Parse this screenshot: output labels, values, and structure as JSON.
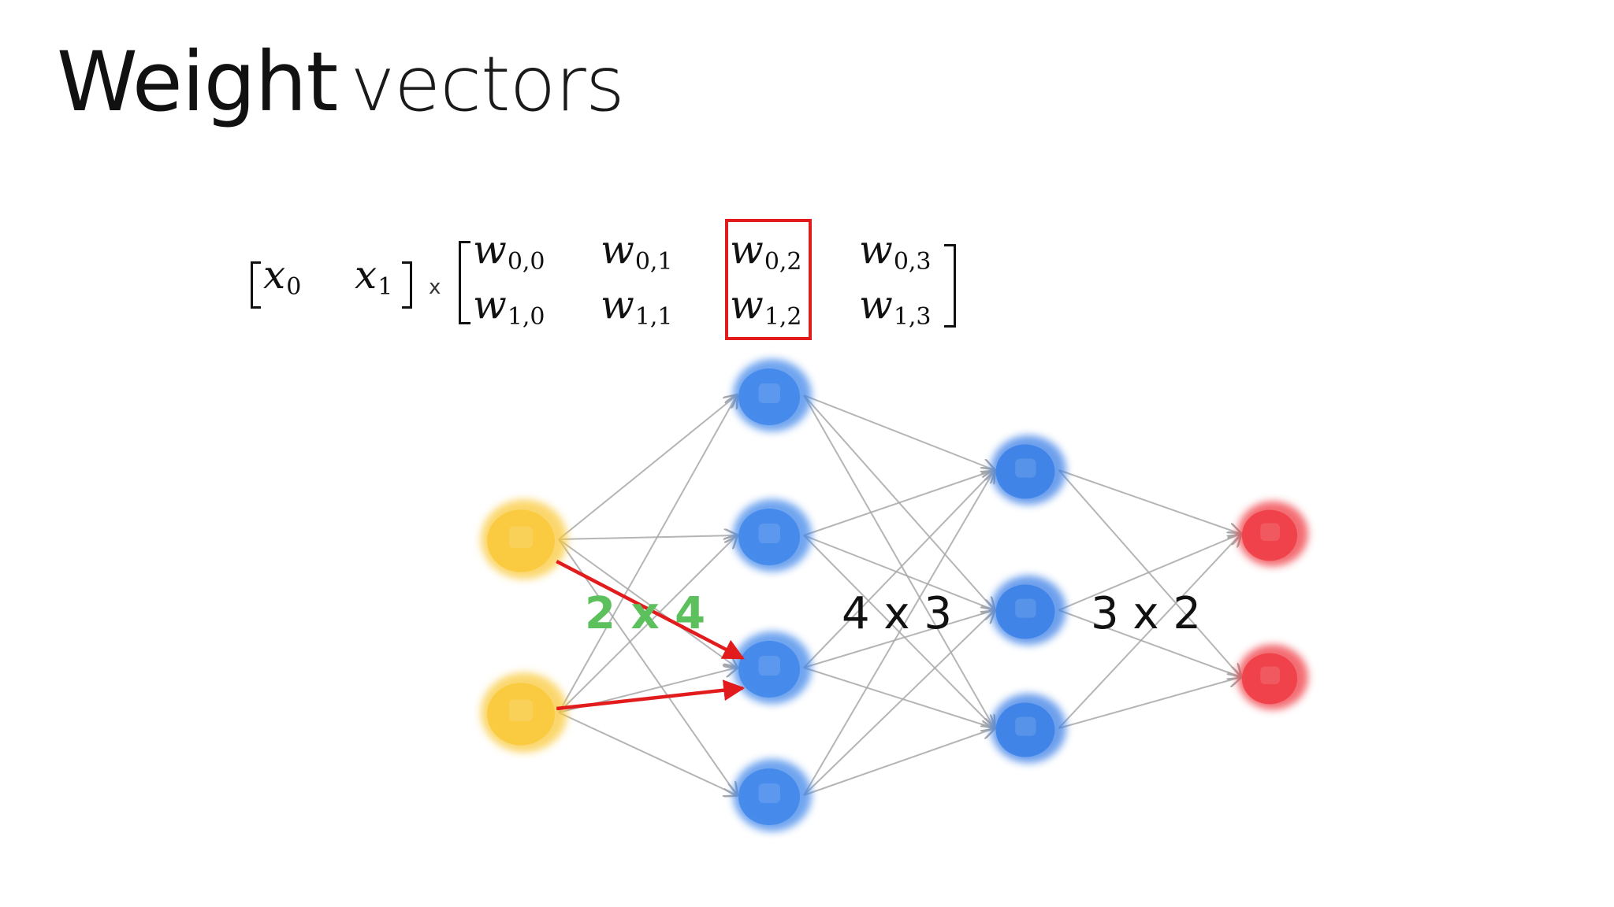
{
  "title": {
    "word1": "Weight",
    "word2": "vectors"
  },
  "equation": {
    "input_vector": [
      {
        "sym": "x",
        "sub": "0"
      },
      {
        "sym": "x",
        "sub": "1"
      }
    ],
    "operator": "x",
    "weight_matrix": [
      [
        {
          "sym": "w",
          "sub": "0,0"
        },
        {
          "sym": "w",
          "sub": "0,1"
        },
        {
          "sym": "w",
          "sub": "0,2"
        },
        {
          "sym": "w",
          "sub": "0,3"
        }
      ],
      [
        {
          "sym": "w",
          "sub": "1,0"
        },
        {
          "sym": "w",
          "sub": "1,1"
        },
        {
          "sym": "w",
          "sub": "1,2"
        },
        {
          "sym": "w",
          "sub": "1,3"
        }
      ]
    ],
    "highlighted_column": 2,
    "highlight_color": "#e21c1c"
  },
  "network": {
    "layers": [
      {
        "size": 2,
        "color": "#f9c93a"
      },
      {
        "size": 4,
        "color": "#3f86ea"
      },
      {
        "size": 3,
        "color": "#3a7fe6"
      },
      {
        "size": 2,
        "color": "#ef3b43"
      }
    ],
    "edge_color": "#a8a8a8",
    "highlighted_edge_color": "#e21c1c",
    "highlighted_target": {
      "layer": 1,
      "node": 2
    },
    "dimension_labels": [
      {
        "text": "2 x 4",
        "color": "#5cc05c",
        "bold": true
      },
      {
        "text": "4 x 3",
        "color": "#111111",
        "bold": false
      },
      {
        "text": "3 x 2",
        "color": "#111111",
        "bold": false
      }
    ]
  }
}
